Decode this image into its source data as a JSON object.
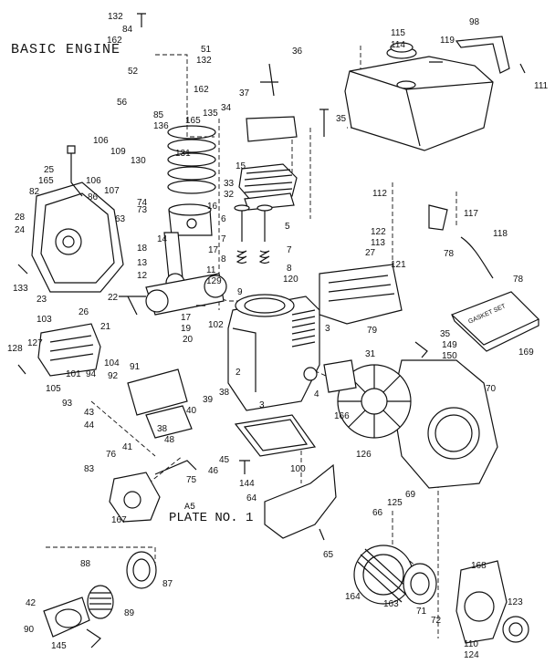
{
  "diagram": {
    "title": "BASIC ENGINE",
    "plate_ref": "A5",
    "plate_label": "PLATE NO. 1",
    "gasket_set_text": "GASKET SET"
  },
  "callouts": [
    {
      "id": "132a",
      "text": "132"
    },
    {
      "id": "84",
      "text": "84"
    },
    {
      "id": "162a",
      "text": "162"
    },
    {
      "id": "51",
      "text": "51"
    },
    {
      "id": "132b",
      "text": "132"
    },
    {
      "id": "52",
      "text": "52"
    },
    {
      "id": "56",
      "text": "56"
    },
    {
      "id": "36",
      "text": "36"
    },
    {
      "id": "37",
      "text": "37"
    },
    {
      "id": "162b",
      "text": "162"
    },
    {
      "id": "85",
      "text": "85"
    },
    {
      "id": "136",
      "text": "136"
    },
    {
      "id": "165a",
      "text": "165"
    },
    {
      "id": "135",
      "text": "135"
    },
    {
      "id": "34",
      "text": "34"
    },
    {
      "id": "35a",
      "text": "35"
    },
    {
      "id": "115",
      "text": "115"
    },
    {
      "id": "114",
      "text": "114"
    },
    {
      "id": "119",
      "text": "119"
    },
    {
      "id": "98",
      "text": "98"
    },
    {
      "id": "111",
      "text": "111"
    },
    {
      "id": "15",
      "text": "15"
    },
    {
      "id": "106a",
      "text": "106"
    },
    {
      "id": "109",
      "text": "109"
    },
    {
      "id": "131",
      "text": "131"
    },
    {
      "id": "130",
      "text": "130"
    },
    {
      "id": "25",
      "text": "25"
    },
    {
      "id": "165b",
      "text": "165"
    },
    {
      "id": "106b",
      "text": "106"
    },
    {
      "id": "107",
      "text": "107"
    },
    {
      "id": "86",
      "text": "86"
    },
    {
      "id": "82",
      "text": "82"
    },
    {
      "id": "74",
      "text": "74"
    },
    {
      "id": "28",
      "text": "28"
    },
    {
      "id": "63",
      "text": "63"
    },
    {
      "id": "73",
      "text": "73"
    },
    {
      "id": "24",
      "text": "24"
    },
    {
      "id": "33",
      "text": "33"
    },
    {
      "id": "32",
      "text": "32"
    },
    {
      "id": "112",
      "text": "112"
    },
    {
      "id": "117",
      "text": "117"
    },
    {
      "id": "16",
      "text": "16"
    },
    {
      "id": "14",
      "text": "14"
    },
    {
      "id": "6",
      "text": "6"
    },
    {
      "id": "5",
      "text": "5"
    },
    {
      "id": "122",
      "text": "122"
    },
    {
      "id": "113",
      "text": "113"
    },
    {
      "id": "118",
      "text": "118"
    },
    {
      "id": "27",
      "text": "27"
    },
    {
      "id": "78a",
      "text": "78"
    },
    {
      "id": "7a",
      "text": "7"
    },
    {
      "id": "7b",
      "text": "7"
    },
    {
      "id": "18",
      "text": "18"
    },
    {
      "id": "17a",
      "text": "17"
    },
    {
      "id": "8a",
      "text": "8"
    },
    {
      "id": "8b",
      "text": "8"
    },
    {
      "id": "13",
      "text": "13"
    },
    {
      "id": "11",
      "text": "11"
    },
    {
      "id": "133",
      "text": "133"
    },
    {
      "id": "23",
      "text": "23"
    },
    {
      "id": "12",
      "text": "12"
    },
    {
      "id": "129",
      "text": "129"
    },
    {
      "id": "120",
      "text": "120"
    },
    {
      "id": "121",
      "text": "121"
    },
    {
      "id": "78b",
      "text": "78"
    },
    {
      "id": "9",
      "text": "9"
    },
    {
      "id": "26",
      "text": "26"
    },
    {
      "id": "22",
      "text": "22"
    },
    {
      "id": "17b",
      "text": "17"
    },
    {
      "id": "103",
      "text": "103"
    },
    {
      "id": "19",
      "text": "19"
    },
    {
      "id": "102",
      "text": "102"
    },
    {
      "id": "3a",
      "text": "3"
    },
    {
      "id": "79",
      "text": "79"
    },
    {
      "id": "21",
      "text": "21"
    },
    {
      "id": "20",
      "text": "20"
    },
    {
      "id": "128",
      "text": "128"
    },
    {
      "id": "127",
      "text": "127"
    },
    {
      "id": "35b",
      "text": "35"
    },
    {
      "id": "149",
      "text": "149"
    },
    {
      "id": "150",
      "text": "150"
    },
    {
      "id": "31",
      "text": "31"
    },
    {
      "id": "169",
      "text": "169"
    },
    {
      "id": "104",
      "text": "104"
    },
    {
      "id": "101",
      "text": "101"
    },
    {
      "id": "91",
      "text": "91"
    },
    {
      "id": "92",
      "text": "92"
    },
    {
      "id": "105",
      "text": "105"
    },
    {
      "id": "94",
      "text": "94"
    },
    {
      "id": "2",
      "text": "2"
    },
    {
      "id": "38a",
      "text": "38"
    },
    {
      "id": "4",
      "text": "4"
    },
    {
      "id": "70",
      "text": "70"
    },
    {
      "id": "39",
      "text": "39"
    },
    {
      "id": "93",
      "text": "93"
    },
    {
      "id": "43",
      "text": "43"
    },
    {
      "id": "3b",
      "text": "3"
    },
    {
      "id": "40",
      "text": "40"
    },
    {
      "id": "166",
      "text": "166"
    },
    {
      "id": "44",
      "text": "44"
    },
    {
      "id": "38b",
      "text": "38"
    },
    {
      "id": "41",
      "text": "41"
    },
    {
      "id": "48",
      "text": "48"
    },
    {
      "id": "45",
      "text": "45"
    },
    {
      "id": "76",
      "text": "76"
    },
    {
      "id": "46",
      "text": "46"
    },
    {
      "id": "100",
      "text": "100"
    },
    {
      "id": "126",
      "text": "126"
    },
    {
      "id": "83",
      "text": "83"
    },
    {
      "id": "75",
      "text": "75"
    },
    {
      "id": "144",
      "text": "144"
    },
    {
      "id": "69",
      "text": "69"
    },
    {
      "id": "125",
      "text": "125"
    },
    {
      "id": "64",
      "text": "64"
    },
    {
      "id": "66",
      "text": "66"
    },
    {
      "id": "167",
      "text": "167"
    },
    {
      "id": "65",
      "text": "65"
    },
    {
      "id": "88",
      "text": "88"
    },
    {
      "id": "87",
      "text": "87"
    },
    {
      "id": "168",
      "text": "168"
    },
    {
      "id": "164",
      "text": "164"
    },
    {
      "id": "42",
      "text": "42"
    },
    {
      "id": "89",
      "text": "89"
    },
    {
      "id": "163",
      "text": "163"
    },
    {
      "id": "71",
      "text": "71"
    },
    {
      "id": "123",
      "text": "123"
    },
    {
      "id": "90",
      "text": "90"
    },
    {
      "id": "72",
      "text": "72"
    },
    {
      "id": "145",
      "text": "145"
    },
    {
      "id": "110",
      "text": "110"
    },
    {
      "id": "124",
      "text": "124"
    }
  ]
}
